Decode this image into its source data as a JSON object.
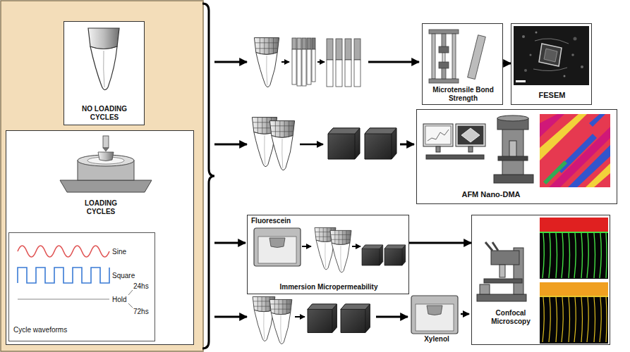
{
  "diagram": {
    "nodes": [
      {
        "text": [
          "NO LOADING CYCLES"
        ]
      },
      {
        "text": [
          "LOADING CYCLES"
        ]
      },
      {
        "text": [
          "Sine",
          "Square",
          "Hold",
          "24hs",
          "72hs",
          "Cycle waveforms"
        ],
        "in": 1
      },
      {
        "text": [
          "Microtensile Bond Strength"
        ]
      },
      {
        "text": [
          "FESEM"
        ]
      },
      {
        "text": [
          "AFM Nano-DMA"
        ]
      },
      {
        "text": [
          "Fluorescein",
          "Immersion Micropermeability"
        ]
      },
      {
        "text": [
          "Confocal Microscopy"
        ]
      }
    ],
    "edges": [
      {
        "from": 3,
        "to": 4,
        "arrow": "to"
      },
      {
        "from": 6,
        "to": 7,
        "arrow": "to"
      }
    ],
    "labels": [
      "Xylenol"
    ]
  }
}
